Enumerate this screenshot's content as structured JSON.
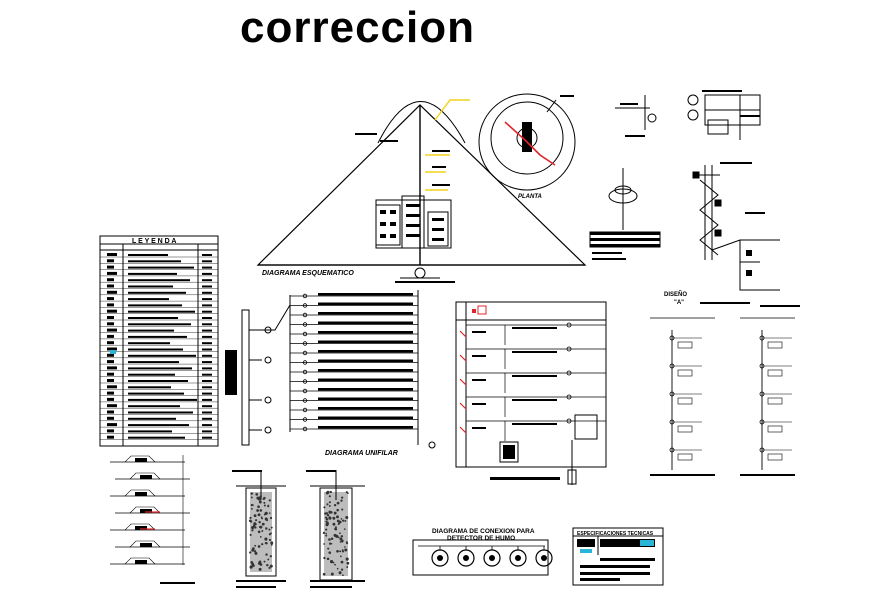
{
  "header": {
    "title": "correccion"
  },
  "drawing": {
    "legend_title": "L E Y E N D A",
    "label_plan": "PLANTA",
    "label_schematic": "DIAGRAMA ESQUEMATICO",
    "label_unifilar": "DIAGRAMA UNIFILAR",
    "label_design": "DISEÑO",
    "label_design_sub": "\"A\"",
    "smoke_title_line1": "DIAGRAMA DE CONEXION PARA",
    "smoke_title_line2": "DETECTOR DE HUMO",
    "specs_title": "ESPECIFICACIONES TECNICAS"
  },
  "colors": {
    "ink": "#000000",
    "accent_red": "#e0242c",
    "accent_yellow": "#f2d21b",
    "accent_cyan": "#29b6d6"
  }
}
